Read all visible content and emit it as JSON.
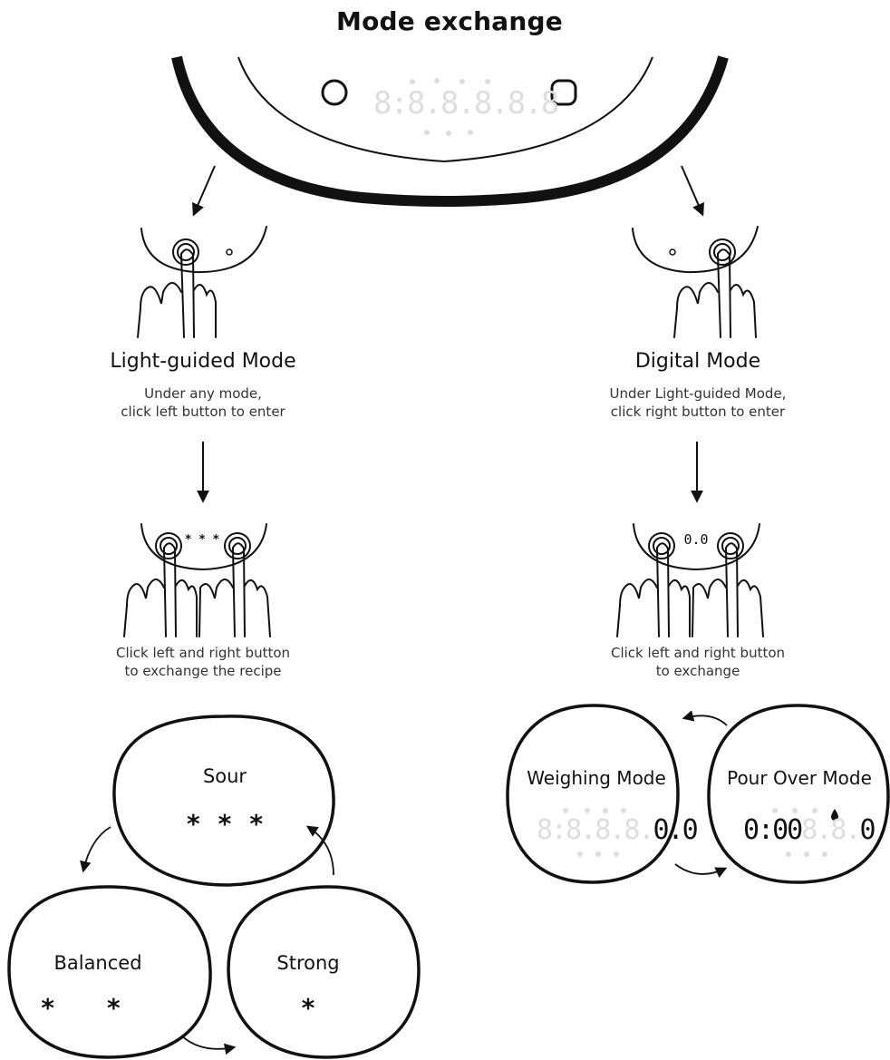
{
  "title": "Mode exchange",
  "top_display": "8:8.8.8.8.8",
  "light_guided": {
    "name": "Light-guided Mode",
    "desc_line1": "Under any mode,",
    "desc_line2": "click left button to enter",
    "step_line1": "Click left and right button",
    "step_line2": "to exchange the recipe",
    "indicator": "* * *"
  },
  "digital": {
    "name": "Digital Mode",
    "desc_line1": "Under Light-guided Mode,",
    "desc_line2": "click right button to enter",
    "step_line1": "Click left and right button",
    "step_line2": "to exchange",
    "indicator": "0.0"
  },
  "recipes": {
    "sour": {
      "label": "Sour",
      "stars": "***"
    },
    "balanced": {
      "label": "Balanced",
      "stars": "**"
    },
    "strong": {
      "label": "Strong",
      "stars": "*"
    }
  },
  "digital_modes": {
    "weighing": {
      "label": "Weighing Mode",
      "dim": "8:8.8.8.",
      "lit": "0.0"
    },
    "pour_over": {
      "label": "Pour Over Mode",
      "lit_a": "0:00",
      "dim": "8.8.",
      "lit_b": "0"
    }
  }
}
